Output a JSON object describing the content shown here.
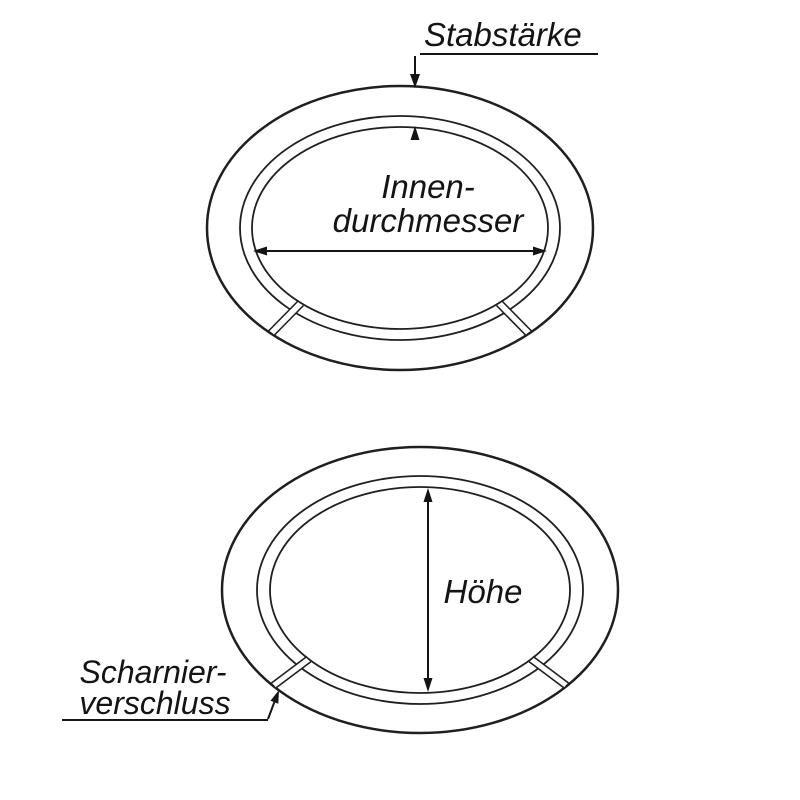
{
  "diagram": {
    "bg": "#ffffff",
    "ring_fill": "#a6aab0",
    "line_color": "#1f1f1f",
    "labels": {
      "thickness": "Stabstärke",
      "inner_diameter_line1": "Innen-",
      "inner_diameter_line2": "durchmesser",
      "height": "Höhe",
      "hinge_line1": "Scharnier-",
      "hinge_line2": "verschluss"
    }
  }
}
